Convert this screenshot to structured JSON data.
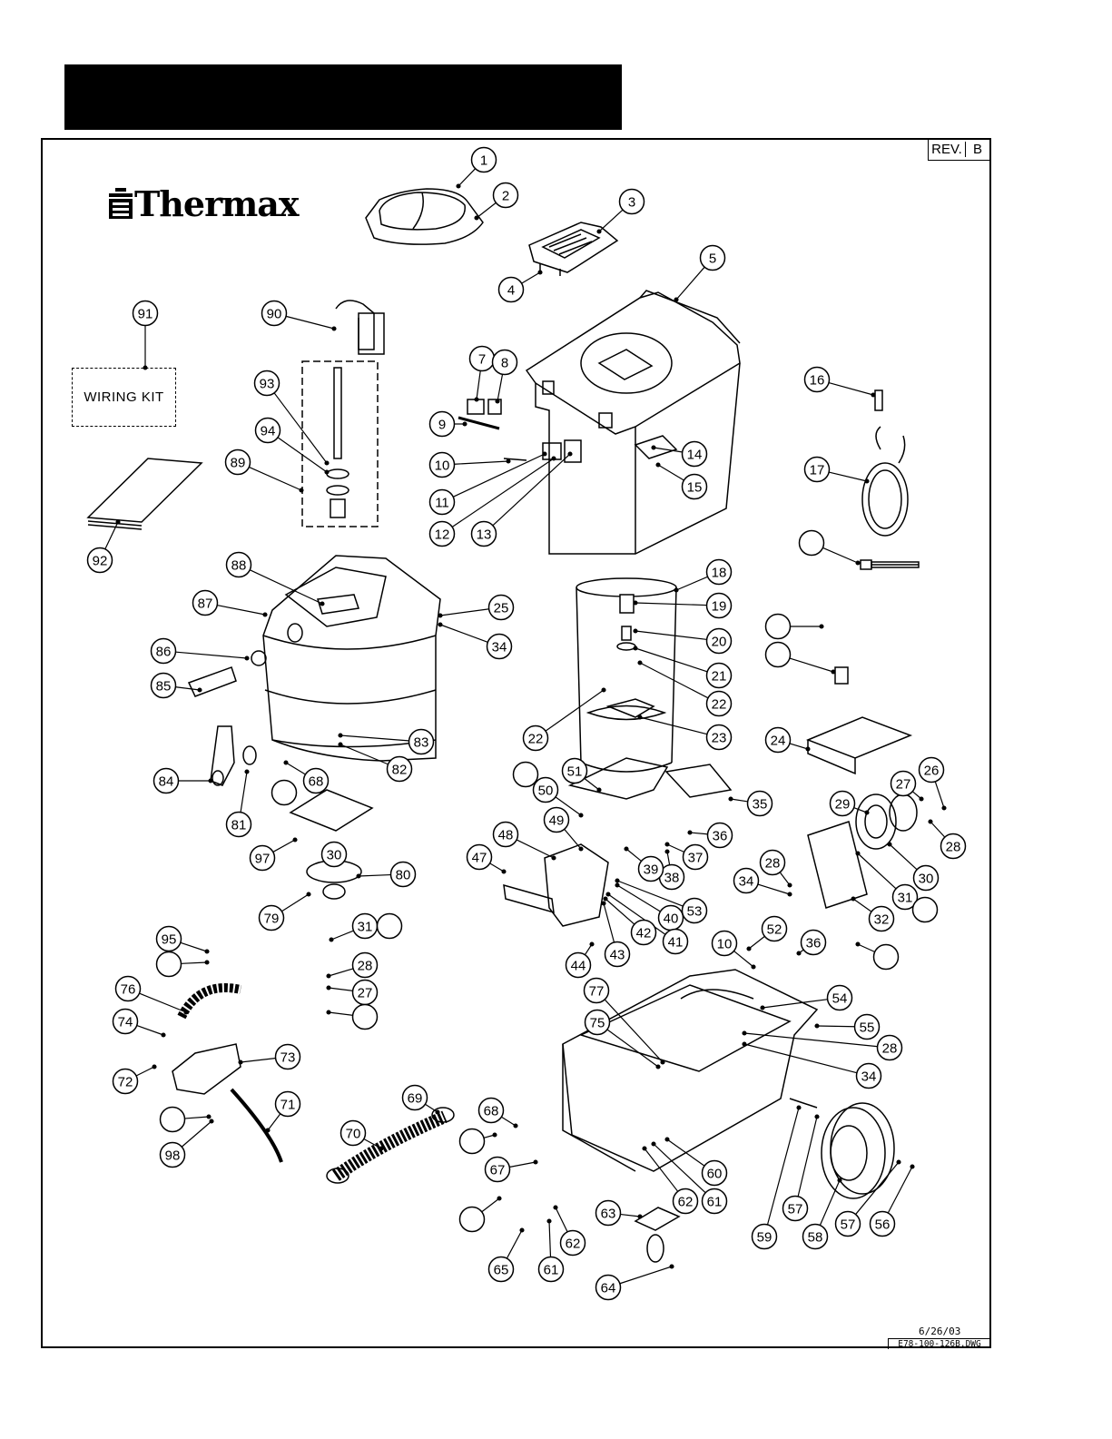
{
  "brand": {
    "name": "Thermax"
  },
  "revision": {
    "label": "REV.",
    "value": "B"
  },
  "footer": {
    "date": "6/26/03",
    "drawing_number": "E78-100-126B.DWG"
  },
  "kits": {
    "wiring_kit": "WIRING KIT"
  },
  "colors": {
    "ink": "#000000",
    "paper": "#ffffff"
  },
  "callouts": [
    {
      "n": "1"
    },
    {
      "n": "2"
    },
    {
      "n": "3"
    },
    {
      "n": "4"
    },
    {
      "n": "5"
    },
    {
      "n": "7"
    },
    {
      "n": "8"
    },
    {
      "n": "9"
    },
    {
      "n": "10"
    },
    {
      "n": "11"
    },
    {
      "n": "12"
    },
    {
      "n": "13"
    },
    {
      "n": "14"
    },
    {
      "n": "15"
    },
    {
      "n": "16"
    },
    {
      "n": "17"
    },
    {
      "n": ""
    },
    {
      "n": "18"
    },
    {
      "n": "19"
    },
    {
      "n": "20"
    },
    {
      "n": "21"
    },
    {
      "n": "22"
    },
    {
      "n": "23"
    },
    {
      "n": "22"
    },
    {
      "n": ""
    },
    {
      "n": ""
    },
    {
      "n": "24"
    },
    {
      "n": "25"
    },
    {
      "n": "34"
    },
    {
      "n": "26"
    },
    {
      "n": "27"
    },
    {
      "n": "28"
    },
    {
      "n": "29"
    },
    {
      "n": "30"
    },
    {
      "n": "31"
    },
    {
      "n": "32"
    },
    {
      "n": ""
    },
    {
      "n": "28"
    },
    {
      "n": "34"
    },
    {
      "n": "35"
    },
    {
      "n": "36"
    },
    {
      "n": "37"
    },
    {
      "n": "38"
    },
    {
      "n": "39"
    },
    {
      "n": "40"
    },
    {
      "n": "41"
    },
    {
      "n": "42"
    },
    {
      "n": "43"
    },
    {
      "n": "44"
    },
    {
      "n": "47"
    },
    {
      "n": "48"
    },
    {
      "n": "49"
    },
    {
      "n": "50"
    },
    {
      "n": "51"
    },
    {
      "n": ""
    },
    {
      "n": "53"
    },
    {
      "n": "52"
    },
    {
      "n": "36"
    },
    {
      "n": "10"
    },
    {
      "n": ""
    },
    {
      "n": "54"
    },
    {
      "n": "55"
    },
    {
      "n": "28"
    },
    {
      "n": "34"
    },
    {
      "n": "77"
    },
    {
      "n": "75"
    },
    {
      "n": "59"
    },
    {
      "n": "57"
    },
    {
      "n": "58"
    },
    {
      "n": "57"
    },
    {
      "n": "56"
    },
    {
      "n": "60"
    },
    {
      "n": "61"
    },
    {
      "n": "62"
    },
    {
      "n": "63"
    },
    {
      "n": "64"
    },
    {
      "n": "65"
    },
    {
      "n": "61"
    },
    {
      "n": "62"
    },
    {
      "n": "67"
    },
    {
      "n": ""
    },
    {
      "n": "68"
    },
    {
      "n": ""
    },
    {
      "n": "69"
    },
    {
      "n": "70"
    },
    {
      "n": "71"
    },
    {
      "n": "73"
    },
    {
      "n": ""
    },
    {
      "n": "98"
    },
    {
      "n": "72"
    },
    {
      "n": "74"
    },
    {
      "n": "76"
    },
    {
      "n": "95"
    },
    {
      "n": ""
    },
    {
      "n": "31"
    },
    {
      "n": ""
    },
    {
      "n": "28"
    },
    {
      "n": "27"
    },
    {
      "n": ""
    },
    {
      "n": "79"
    },
    {
      "n": "30"
    },
    {
      "n": "80"
    },
    {
      "n": "97"
    },
    {
      "n": "81"
    },
    {
      "n": ""
    },
    {
      "n": "84"
    },
    {
      "n": "68"
    },
    {
      "n": "82"
    },
    {
      "n": "83"
    },
    {
      "n": "85"
    },
    {
      "n": "86"
    },
    {
      "n": "87"
    },
    {
      "n": "88"
    },
    {
      "n": "89"
    },
    {
      "n": "94"
    },
    {
      "n": "93"
    },
    {
      "n": "90"
    },
    {
      "n": "91"
    },
    {
      "n": "92"
    }
  ]
}
